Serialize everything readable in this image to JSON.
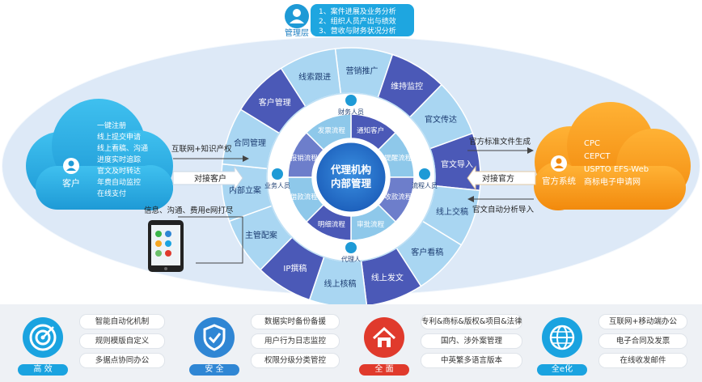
{
  "management": {
    "label": "管理层",
    "items": [
      "1、案件进展及业务分析",
      "2、组织人员产出与绩效",
      "3、营收与财务状况分析"
    ]
  },
  "customer": {
    "label": "客户",
    "items": [
      "一键注册",
      "线上提交申请",
      "线上看稿、沟通",
      "进度实时追踪",
      "官文及时转达",
      "年费自动监控",
      "在线支付"
    ],
    "arrow_top": "互联网+知识产权",
    "arrow_mid": "对接客户",
    "arrow_bottom": "信息、沟通、费用e网打尽"
  },
  "official": {
    "label": "官方系统",
    "items": [
      "CPC",
      "CEPCT",
      "USPTO EFS-Web",
      "商标电子申请网"
    ],
    "arrow_top": "官方标准文件生成",
    "arrow_mid": "对接官方",
    "arrow_bottom": "官文自动分析导入"
  },
  "center": {
    "line1": "代理机构",
    "line2": "内部管理"
  },
  "outer_ring": [
    "营销推广",
    "维持监控",
    "官文传达",
    "官文导入",
    "线上交稿",
    "客户看稿",
    "线上发文",
    "线上核稿",
    "IP撰稿",
    "主管配案",
    "内部立案",
    "合同管理",
    "客户管理",
    "线索跟进"
  ],
  "inner_ring": [
    "通知客户",
    "提醒流程",
    "收款流程",
    "审批流程",
    "明细流程",
    "借款流程",
    "报销流程",
    "发票流程"
  ],
  "roles": [
    "财务人员",
    "流程人员",
    "代理人",
    "业务人员"
  ],
  "features": [
    {
      "badge": "高 效",
      "items": [
        "智能自动化机制",
        "规则模版自定义",
        "多据点协同办公"
      ],
      "color": "#1aa3e0"
    },
    {
      "badge": "安 全",
      "items": [
        "数据实时备份备援",
        "用户行为日志监控",
        "权限分级分类管控"
      ],
      "color": "#2f86d4"
    },
    {
      "badge": "全 面",
      "items": [
        "专利&商标&版权&项目&法律",
        "国内、涉外案管理",
        "中英繁多语言版本"
      ],
      "color": "#e03a2c"
    },
    {
      "badge": "全e化",
      "items": [
        "互联网+移动端办公",
        "电子合同及发票",
        "在线收发邮件"
      ],
      "color": "#1aa3e0"
    }
  ]
}
